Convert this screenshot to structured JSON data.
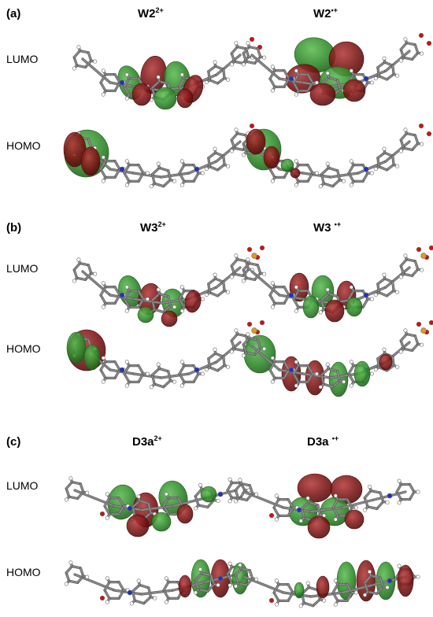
{
  "figure": {
    "panels": [
      {
        "label": "(a)",
        "left_title": {
          "base": "W2",
          "sup": "2+"
        },
        "right_title": {
          "base": "W2",
          "sup": "•+"
        },
        "rows": [
          {
            "label": "LUMO",
            "left": "lumo_a_l",
            "right": "lumo_a_r"
          },
          {
            "label": "HOMO",
            "left": "homo_a_l",
            "right": "homo_a_r"
          }
        ]
      },
      {
        "label": "(b)",
        "left_title": {
          "base": "W3",
          "sup": "2+"
        },
        "right_title": {
          "base": "W3 ",
          "sup": "•+"
        },
        "rows": [
          {
            "label": "LUMO",
            "left": "lumo_b_l",
            "right": "lumo_b_r"
          },
          {
            "label": "HOMO",
            "left": "homo_b_l",
            "right": "homo_b_r"
          }
        ]
      },
      {
        "label": "(c)",
        "left_title": {
          "base": "D3a",
          "sup": "2+"
        },
        "right_title": {
          "base": "D3a ",
          "sup": "•+"
        },
        "rows": [
          {
            "label": "LUMO",
            "left": "lumo_c_l",
            "right": "lumo_c_r"
          },
          {
            "label": "HOMO",
            "left": "homo_c_l",
            "right": "homo_c_r"
          }
        ]
      }
    ],
    "colors": {
      "lobe_positive": "#2f8a2a",
      "lobe_negative": "#7a1414",
      "bond": "#8a8a8a",
      "hydrogen": "#ffffff",
      "nitrogen": "#1f2fc8",
      "oxygen": "#d01010",
      "phosphorus": "#e39a1a"
    }
  }
}
